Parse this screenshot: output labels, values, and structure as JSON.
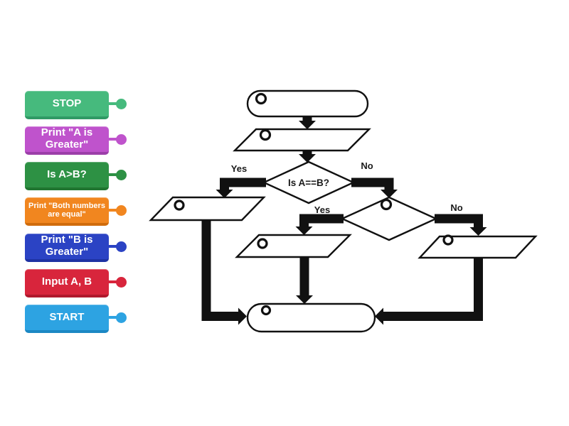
{
  "labels": {
    "items": [
      {
        "text": "STOP",
        "color": "#46ba7d",
        "shade": "#2f9a65"
      },
      {
        "text": "Print \"A is Greater\"",
        "color": "#bf53cc",
        "shade": "#9c3fa9"
      },
      {
        "text": "Is A>B?",
        "color": "#2d9144",
        "shade": "#207530"
      },
      {
        "text": "Print \"Both numbers are equal\"",
        "color": "#f1861f",
        "shade": "#d06c0c"
      },
      {
        "text": "Print \"B is Greater\"",
        "color": "#2b43c4",
        "shade": "#1e32a3"
      },
      {
        "text": "Input A, B",
        "color": "#d8253c",
        "shade": "#b0192d"
      },
      {
        "text": "START",
        "color": "#2da3e2",
        "shade": "#1b87c3"
      }
    ]
  },
  "flowchart": {
    "decision1": "Is A==B?",
    "d1_yes": "Yes",
    "d1_no": "No",
    "d2_yes": "Yes",
    "d2_no": "No",
    "line_color": "#111111"
  }
}
